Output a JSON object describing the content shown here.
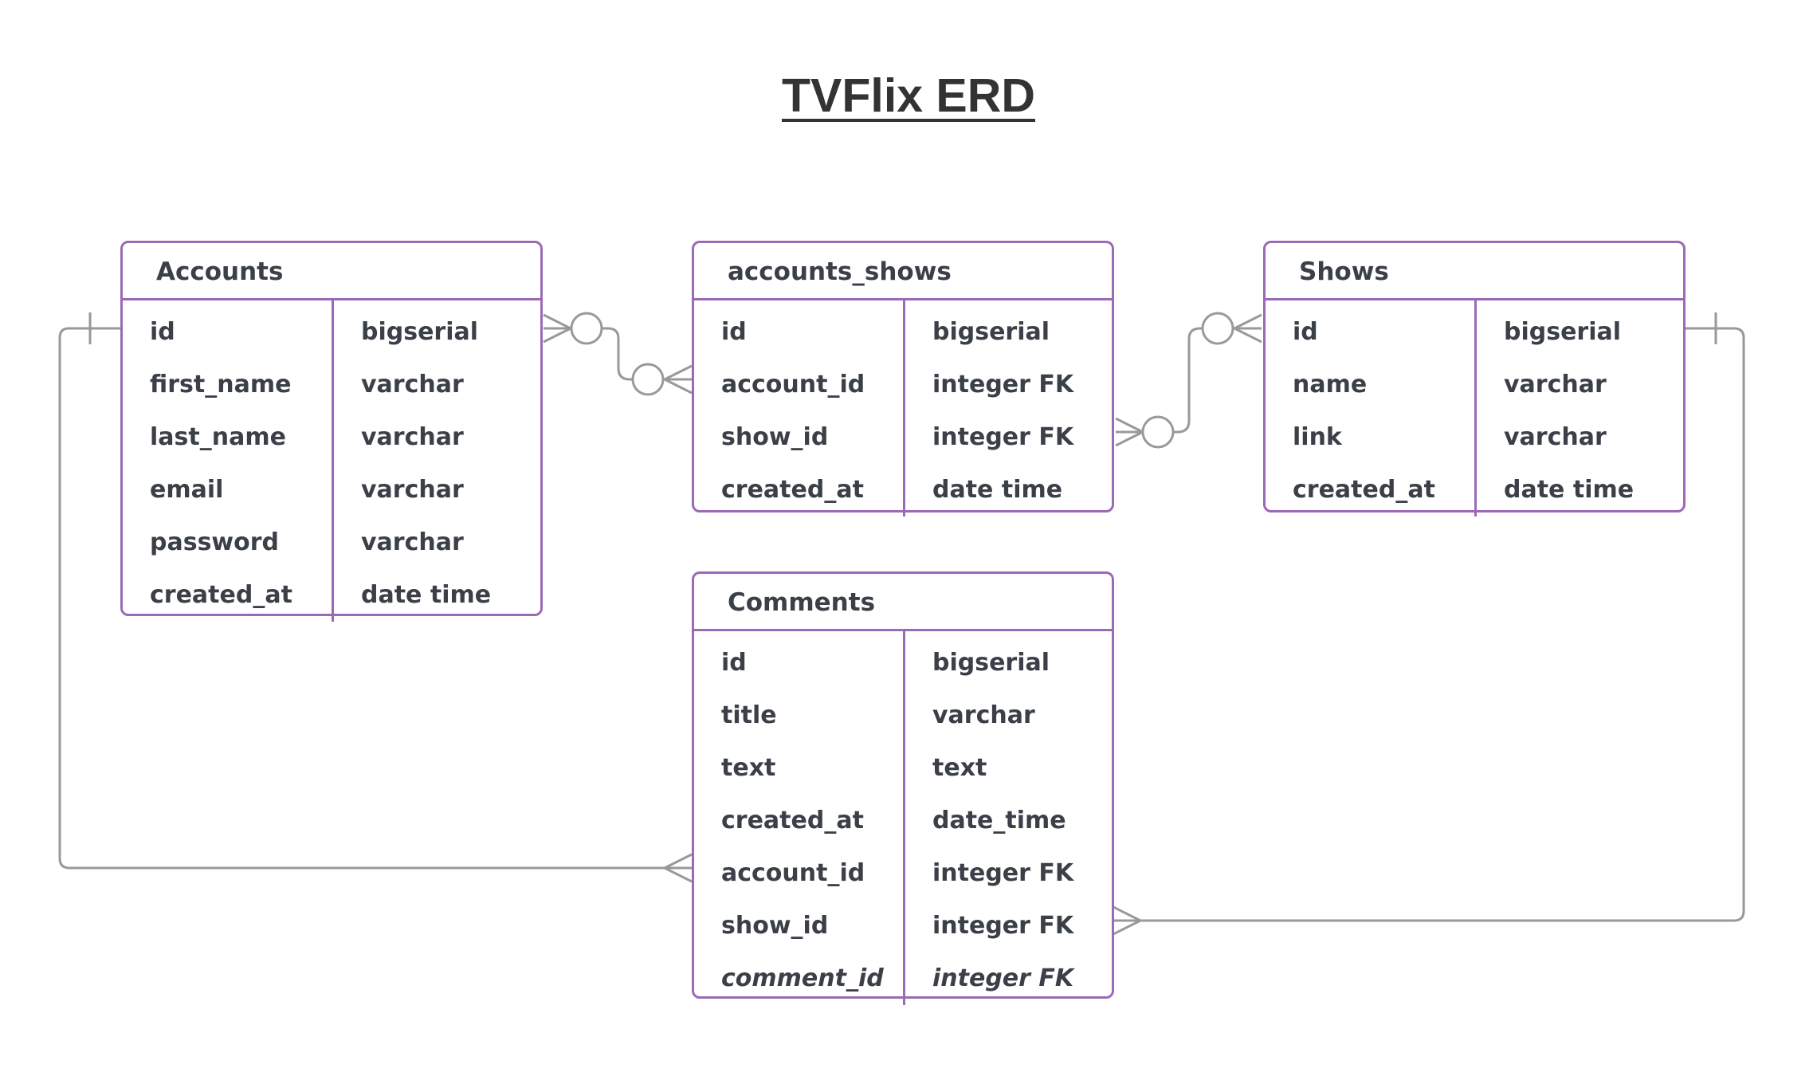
{
  "title": "TVFlix ERD",
  "entities": {
    "accounts": {
      "name": "Accounts",
      "fields": [
        {
          "name": "id",
          "type": "bigserial"
        },
        {
          "name": "first_name",
          "type": "varchar"
        },
        {
          "name": "last_name",
          "type": "varchar"
        },
        {
          "name": "email",
          "type": "varchar"
        },
        {
          "name": "password",
          "type": "varchar"
        },
        {
          "name": "created_at",
          "type": "date time"
        }
      ]
    },
    "accounts_shows": {
      "name": "accounts_shows",
      "fields": [
        {
          "name": "id",
          "type": "bigserial"
        },
        {
          "name": "account_id",
          "type": "integer FK"
        },
        {
          "name": "show_id",
          "type": "integer FK"
        },
        {
          "name": "created_at",
          "type": "date time"
        }
      ]
    },
    "shows": {
      "name": "Shows",
      "fields": [
        {
          "name": "id",
          "type": "bigserial"
        },
        {
          "name": "name",
          "type": "varchar"
        },
        {
          "name": "link",
          "type": "varchar"
        },
        {
          "name": "created_at",
          "type": "date time"
        }
      ]
    },
    "comments": {
      "name": "Comments",
      "fields": [
        {
          "name": "id",
          "type": "bigserial"
        },
        {
          "name": "title",
          "type": "varchar"
        },
        {
          "name": "text",
          "type": "text"
        },
        {
          "name": "created_at",
          "type": "date_time"
        },
        {
          "name": "account_id",
          "type": "integer FK"
        },
        {
          "name": "show_id",
          "type": "integer FK"
        },
        {
          "name": "comment_id",
          "type": "integer FK",
          "italic": true
        }
      ]
    }
  },
  "relationships": [
    {
      "from": "Accounts.id",
      "to": "accounts_shows.account_id",
      "from_cardinality": "zero-or-many",
      "to_cardinality": "zero-or-many"
    },
    {
      "from": "accounts_shows.show_id",
      "to": "Shows.id",
      "from_cardinality": "zero-or-many",
      "to_cardinality": "zero-or-many"
    },
    {
      "from": "Accounts.id",
      "to": "Comments.account_id",
      "from_cardinality": "one",
      "to_cardinality": "many"
    },
    {
      "from": "Shows.id",
      "to": "Comments.show_id",
      "from_cardinality": "one",
      "to_cardinality": "many"
    }
  ],
  "colors": {
    "entity_border": "#9b6ab6",
    "connector": "#999999",
    "text": "#3b4048",
    "title": "#333333"
  }
}
